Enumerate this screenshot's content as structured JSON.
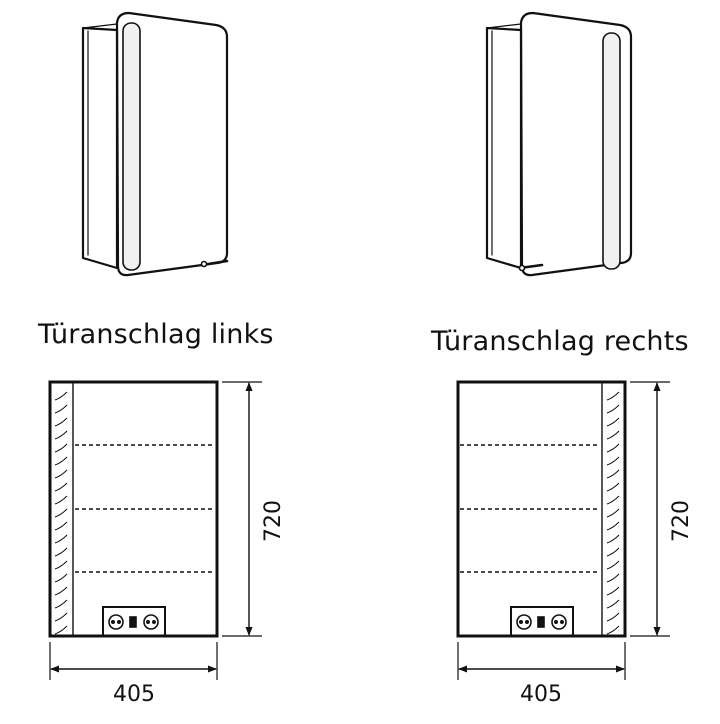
{
  "variants": [
    {
      "title": "Türanschlag links",
      "width_dim": "405",
      "height_dim": "720"
    },
    {
      "title": "Türanschlag rechts",
      "width_dim": "405",
      "height_dim": "720"
    }
  ],
  "colors": {
    "line": "#111111",
    "background": "#ffffff",
    "light_strip": "#f1f1f1"
  }
}
